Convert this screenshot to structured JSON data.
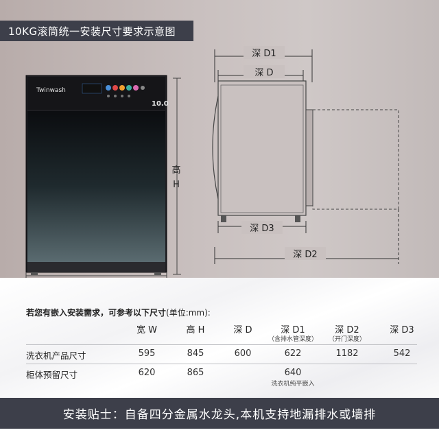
{
  "title": "10KG滚筒统一安装尺寸要求示意图",
  "washer": {
    "brand": "Twinwash",
    "capacity_label": "10.0"
  },
  "dimensions": {
    "depth_d1": "深 D1",
    "depth_d": "深 D",
    "height_label_1": "高",
    "height_label_2": "H",
    "width_w": "宽 W",
    "depth_d3": "深 D3",
    "depth_d2": "深 D2"
  },
  "table": {
    "caption": "若您有嵌入安装需求，可参考以下尺寸",
    "caption_unit": "(单位:mm):",
    "headers": [
      {
        "label": "宽 W",
        "sub": ""
      },
      {
        "label": "高 H",
        "sub": ""
      },
      {
        "label": "深 D",
        "sub": ""
      },
      {
        "label": "深 D1",
        "sub": "（含排水管深度）"
      },
      {
        "label": "深 D2",
        "sub": "（开门深度）"
      },
      {
        "label": "深 D3",
        "sub": ""
      }
    ],
    "rows": [
      {
        "label": "洗衣机产品尺寸",
        "values": [
          "595",
          "845",
          "600",
          "622",
          "1182",
          "542"
        ]
      },
      {
        "label": "柜体预留尺寸",
        "values": [
          "620",
          "865",
          "",
          "640",
          "",
          ""
        ],
        "note": "洗衣机纯平嵌入"
      }
    ]
  },
  "footer": "安装贴士：自备四分金属水龙头,本机支持地漏排水或墙排",
  "colors": {
    "banner": "#3d3f4a",
    "background_top": "#c4bbba",
    "machine_body": "#1e1e22"
  }
}
